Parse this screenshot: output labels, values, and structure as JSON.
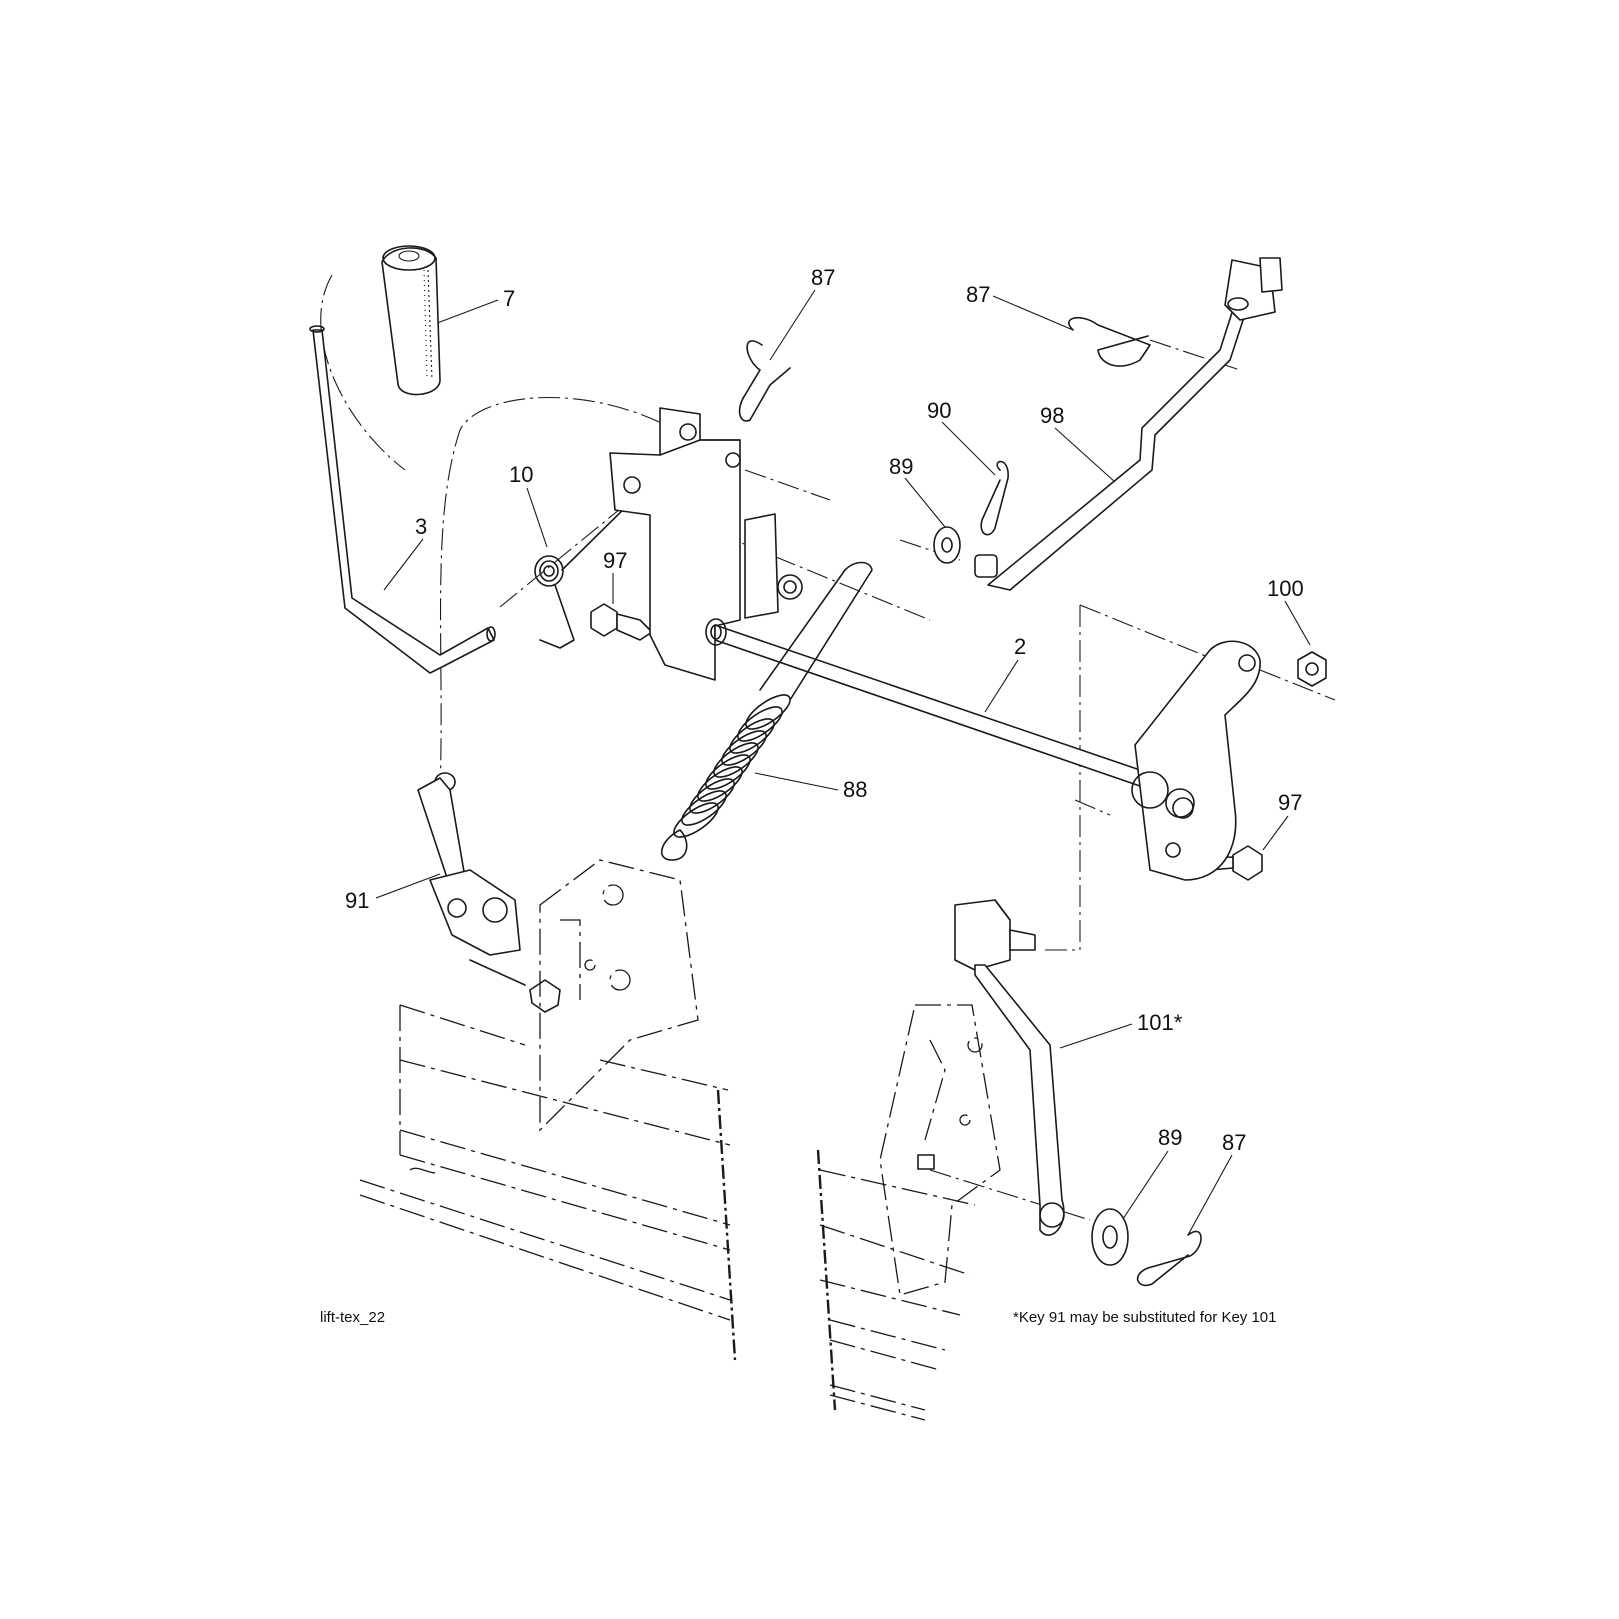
{
  "diagram": {
    "caption_left": "lift-tex_22",
    "footnote": "*Key 91 may be substituted for Key 101",
    "callouts": [
      {
        "id": "c7",
        "label": "7"
      },
      {
        "id": "c87a",
        "label": "87"
      },
      {
        "id": "c87b",
        "label": "87"
      },
      {
        "id": "c90",
        "label": "90"
      },
      {
        "id": "c98",
        "label": "98"
      },
      {
        "id": "c89a",
        "label": "89"
      },
      {
        "id": "c10",
        "label": "10"
      },
      {
        "id": "c3",
        "label": "3"
      },
      {
        "id": "c97a",
        "label": "97"
      },
      {
        "id": "c100",
        "label": "100"
      },
      {
        "id": "c2",
        "label": "2"
      },
      {
        "id": "c88",
        "label": "88"
      },
      {
        "id": "c97b",
        "label": "97"
      },
      {
        "id": "c91",
        "label": "91"
      },
      {
        "id": "c101",
        "label": "101*"
      },
      {
        "id": "c89b",
        "label": "89"
      },
      {
        "id": "c87c",
        "label": "87"
      }
    ]
  }
}
